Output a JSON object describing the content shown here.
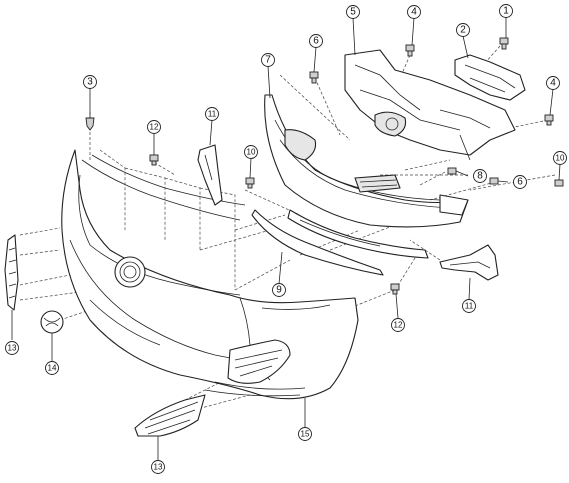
{
  "diagram": {
    "callouts": [
      {
        "id": "c1",
        "label": "1"
      },
      {
        "id": "c2",
        "label": "2"
      },
      {
        "id": "c3",
        "label": "3"
      },
      {
        "id": "c4a",
        "label": "4"
      },
      {
        "id": "c4b",
        "label": "4"
      },
      {
        "id": "c5",
        "label": "5"
      },
      {
        "id": "c6a",
        "label": "6"
      },
      {
        "id": "c6b",
        "label": "6"
      },
      {
        "id": "c7",
        "label": "7"
      },
      {
        "id": "c8",
        "label": "8"
      },
      {
        "id": "c9",
        "label": "9"
      },
      {
        "id": "c10a",
        "label": "10"
      },
      {
        "id": "c10b",
        "label": "10"
      },
      {
        "id": "c11a",
        "label": "11"
      },
      {
        "id": "c11b",
        "label": "11"
      },
      {
        "id": "c12a",
        "label": "12"
      },
      {
        "id": "c12b",
        "label": "12"
      },
      {
        "id": "c13a",
        "label": "13"
      },
      {
        "id": "c13b",
        "label": "13"
      },
      {
        "id": "c14",
        "label": "14"
      },
      {
        "id": "c15",
        "label": "15"
      }
    ]
  }
}
